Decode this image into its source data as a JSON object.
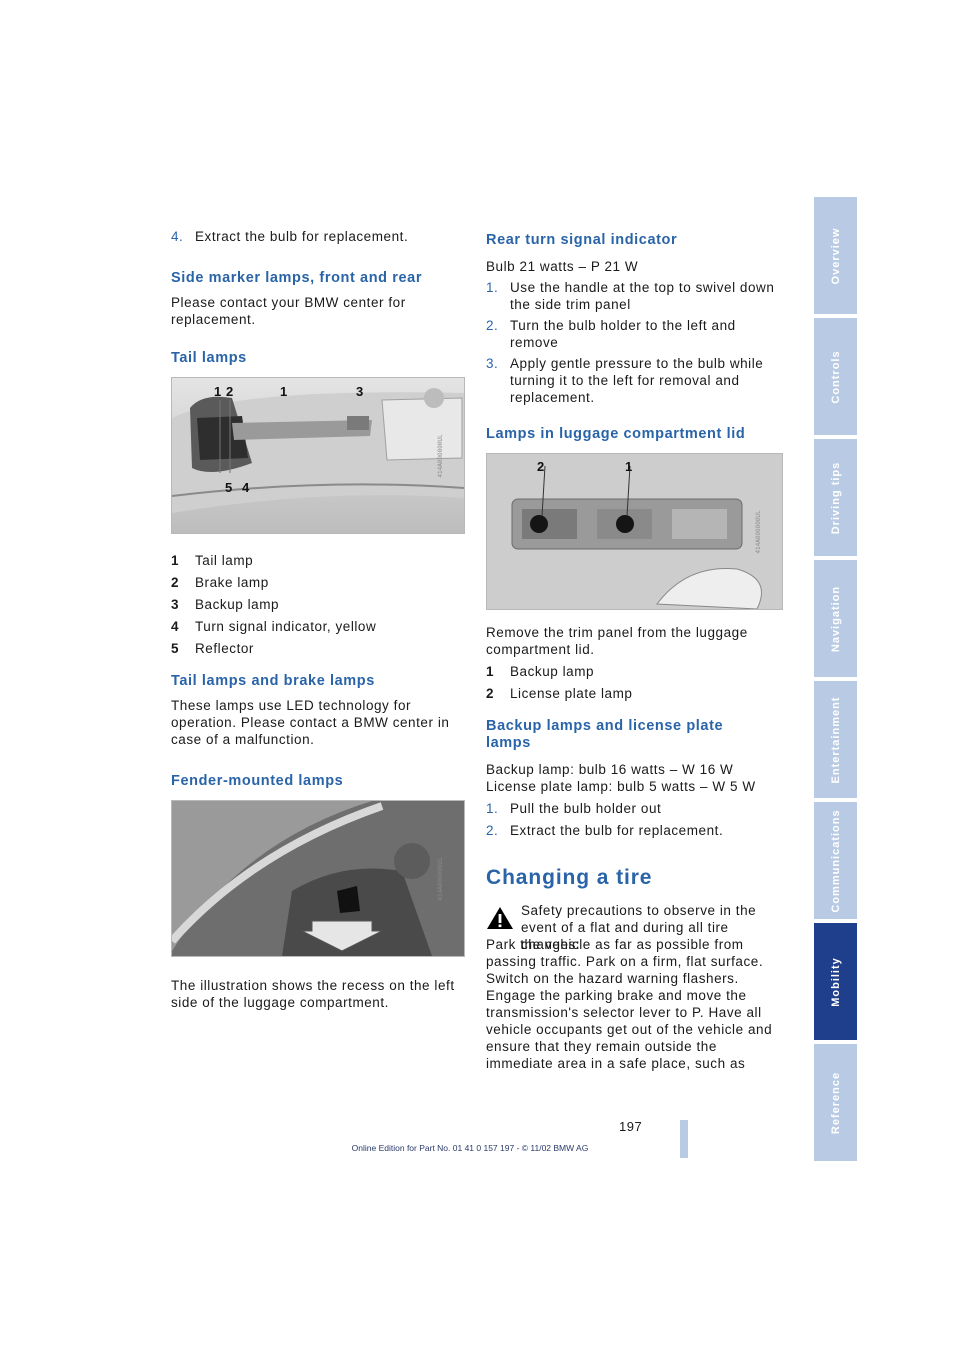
{
  "left": {
    "intro_step_num": "4.",
    "intro_step_text": "Extract the bulb for replacement.",
    "side_marker_heading": "Side marker lamps, front and rear",
    "side_marker_text": "Please contact your BMW center for replacement.",
    "tail_heading": "Tail lamps",
    "tail_figure_code": "414A000000UL",
    "tail_callouts": [
      "1",
      "2",
      "1",
      "3",
      "5",
      "4"
    ],
    "tail_items": [
      {
        "num": "1",
        "label": "Tail lamp"
      },
      {
        "num": "2",
        "label": "Brake lamp"
      },
      {
        "num": "3",
        "label": "Backup lamp"
      },
      {
        "num": "4",
        "label": "Turn signal indicator, yellow"
      },
      {
        "num": "5",
        "label": "Reflector"
      }
    ],
    "brake_heading": "Tail lamps and brake lamps",
    "brake_text": "These lamps use LED technology for operation. Please contact a BMW center in case of a malfunction.",
    "fender_heading": "Fender-mounted lamps",
    "fender_figure_code": "414A000000UL",
    "fender_caption": "The illustration shows the recess on the left side of the luggage compartment."
  },
  "right": {
    "turn_heading": "Rear turn signal indicator",
    "turn_bulb": "Bulb 21 watts – P 21 W",
    "turn_steps": [
      {
        "num": "1.",
        "text": "Use the handle at the top to swivel down the side trim panel"
      },
      {
        "num": "2.",
        "text": "Turn the bulb holder to the left and remove"
      },
      {
        "num": "3.",
        "text": "Apply gentle pressure to the bulb while turning it to the left for removal and replacement."
      }
    ],
    "lid_heading": "Lamps in luggage compartment lid",
    "lid_figure_code": "414A000000UL",
    "lid_callouts": [
      "2",
      "1"
    ],
    "lid_text": "Remove the trim panel from the luggage compartment lid.",
    "lid_items": [
      {
        "num": "1",
        "label": "Backup lamp"
      },
      {
        "num": "2",
        "label": "License plate lamp"
      }
    ],
    "backup_heading": "Backup lamps and license plate lamps",
    "backup_line1": "Backup lamp: bulb 16 watts – W 16 W",
    "backup_line2": "License plate lamp: bulb 5 watts – W 5 W",
    "backup_steps": [
      {
        "num": "1.",
        "text": "Pull the bulb holder out"
      },
      {
        "num": "2.",
        "text": "Extract the bulb for replacement."
      }
    ],
    "tire_heading": "Changing a tire",
    "tire_warning_lead": "Safety precautions to observe in the event of a flat and during all tire changes:",
    "tire_warning_body": "Park the vehicle as far as possible from passing traffic. Park on a firm, flat surface. Switch on the hazard warning flashers. Engage the parking brake and move the transmission's selector lever to P. Have all vehicle occupants get out of the vehicle and ensure that they remain outside the immediate area in a safe place, such as"
  },
  "sidebar": {
    "tabs": [
      "Overview",
      "Controls",
      "Driving tips",
      "Navigation",
      "Entertainment",
      "Communications",
      "Mobility",
      "Reference"
    ],
    "active_index": 6
  },
  "page_number": "197",
  "footer": "Online Edition for Part No. 01 41 0 157 197 - © 11/02 BMW AG"
}
